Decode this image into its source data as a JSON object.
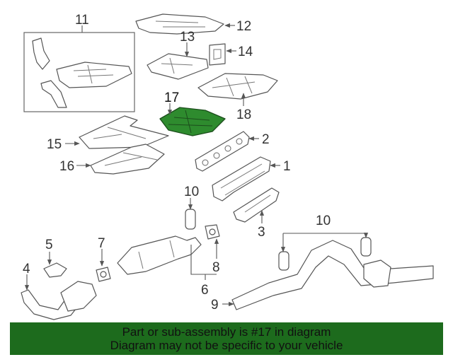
{
  "callouts": {
    "c1": "1",
    "c2": "2",
    "c3": "3",
    "c4": "4",
    "c5": "5",
    "c6": "6",
    "c7": "7",
    "c8": "8",
    "c9": "9",
    "c10a": "10",
    "c10b": "10",
    "c11": "11",
    "c12": "12",
    "c13": "13",
    "c14": "14",
    "c15": "15",
    "c16": "16",
    "c17": "17",
    "c18": "18"
  },
  "highlight": {
    "part": "17",
    "color": "#2e8b2e"
  },
  "banner": {
    "line1": "Part or sub-assembly is #17 in diagram",
    "line2": "Diagram may not be specific to your vehicle",
    "color": "#1d6b1d"
  }
}
